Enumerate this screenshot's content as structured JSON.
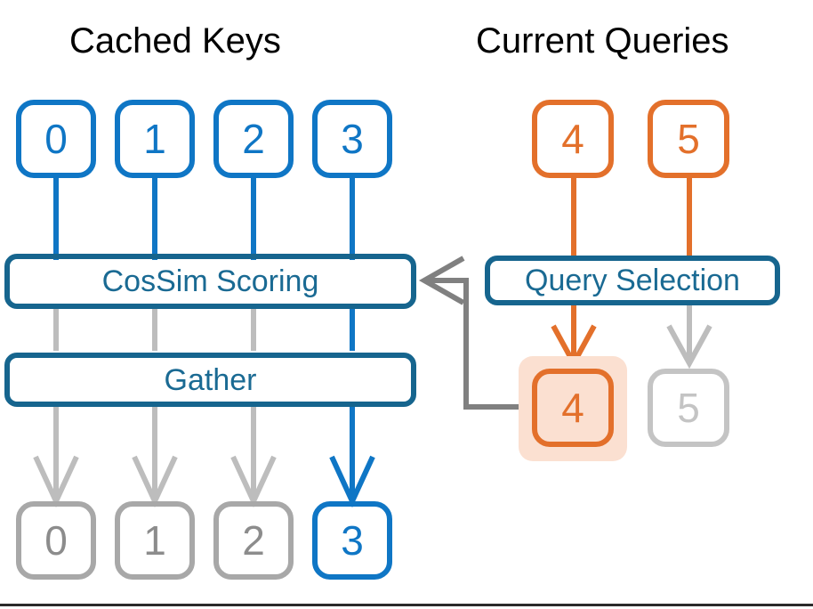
{
  "diagram": {
    "title_left": "Cached Keys",
    "title_right": "Current Queries",
    "colors": {
      "blue": "#0F76C5",
      "orange": "#E3702B",
      "teal": "#16658E",
      "teal_text": "#1A6A93",
      "gray": "#A8A8A8",
      "gray_light": "#C4C4C4",
      "highlight_bg": "#FBE0D1",
      "black": "#000000"
    },
    "cached_keys": {
      "heading": "Cached Keys",
      "top_row": [
        {
          "label": "0",
          "state": "active"
        },
        {
          "label": "1",
          "state": "active"
        },
        {
          "label": "2",
          "state": "active"
        },
        {
          "label": "3",
          "state": "active"
        }
      ],
      "bottom_row": [
        {
          "label": "0",
          "state": "inactive"
        },
        {
          "label": "1",
          "state": "inactive"
        },
        {
          "label": "2",
          "state": "inactive"
        },
        {
          "label": "3",
          "state": "selected"
        }
      ]
    },
    "current_queries": {
      "heading": "Current Queries",
      "top_row": [
        {
          "label": "4",
          "state": "active"
        },
        {
          "label": "5",
          "state": "active"
        }
      ],
      "bottom_row": [
        {
          "label": "4",
          "state": "selected",
          "highlighted": true
        },
        {
          "label": "5",
          "state": "inactive",
          "highlighted": false
        }
      ]
    },
    "process_blocks": [
      {
        "label": "CosSim Scoring",
        "id": "cossim-scoring"
      },
      {
        "label": "Gather",
        "id": "gather"
      },
      {
        "label": "Query Selection",
        "id": "query-selection"
      }
    ],
    "feedback_edge": {
      "from": "query-4-cell",
      "to": "cossim-scoring",
      "color": "#808080"
    }
  }
}
